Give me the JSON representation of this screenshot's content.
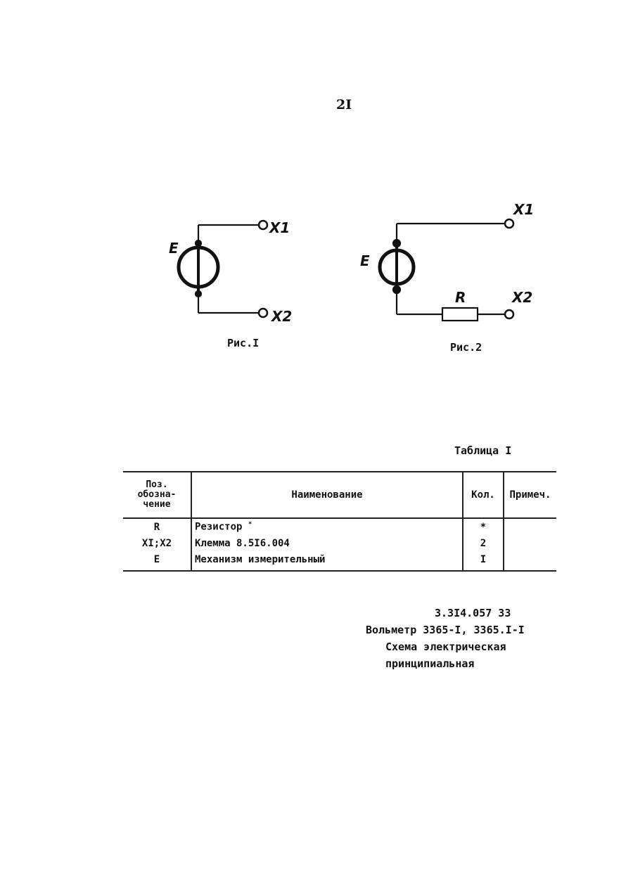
{
  "page_number": "2I",
  "figure1": {
    "caption": "Рис.I",
    "label_source": "E",
    "label_x1": "X1",
    "label_x2": "X2"
  },
  "figure2": {
    "caption": "Рис.2",
    "label_source": "E",
    "label_resistor": "R",
    "label_x1": "X1",
    "label_x2": "X2"
  },
  "table": {
    "caption": "Таблица I",
    "headers": {
      "position": "Поз. обозна- чение",
      "name": "Наименование",
      "qty": "Кол.",
      "note": "Примеч."
    },
    "rows": [
      {
        "position": "R",
        "name": "Резистор",
        "name_mark": "*",
        "qty": "*",
        "note": ""
      },
      {
        "position": "XI;X2",
        "name": "Клемма 8.5I6.004",
        "name_mark": "",
        "qty": "2",
        "note": ""
      },
      {
        "position": "E",
        "name": "Механизм измерительный",
        "name_mark": "",
        "qty": "I",
        "note": ""
      }
    ]
  },
  "title_block": {
    "code": "3.3I4.057 33",
    "line2": "Вольметр 3365-I, 3365.I-I",
    "line3": "Схема электрическая",
    "line4": "принципиальная"
  }
}
